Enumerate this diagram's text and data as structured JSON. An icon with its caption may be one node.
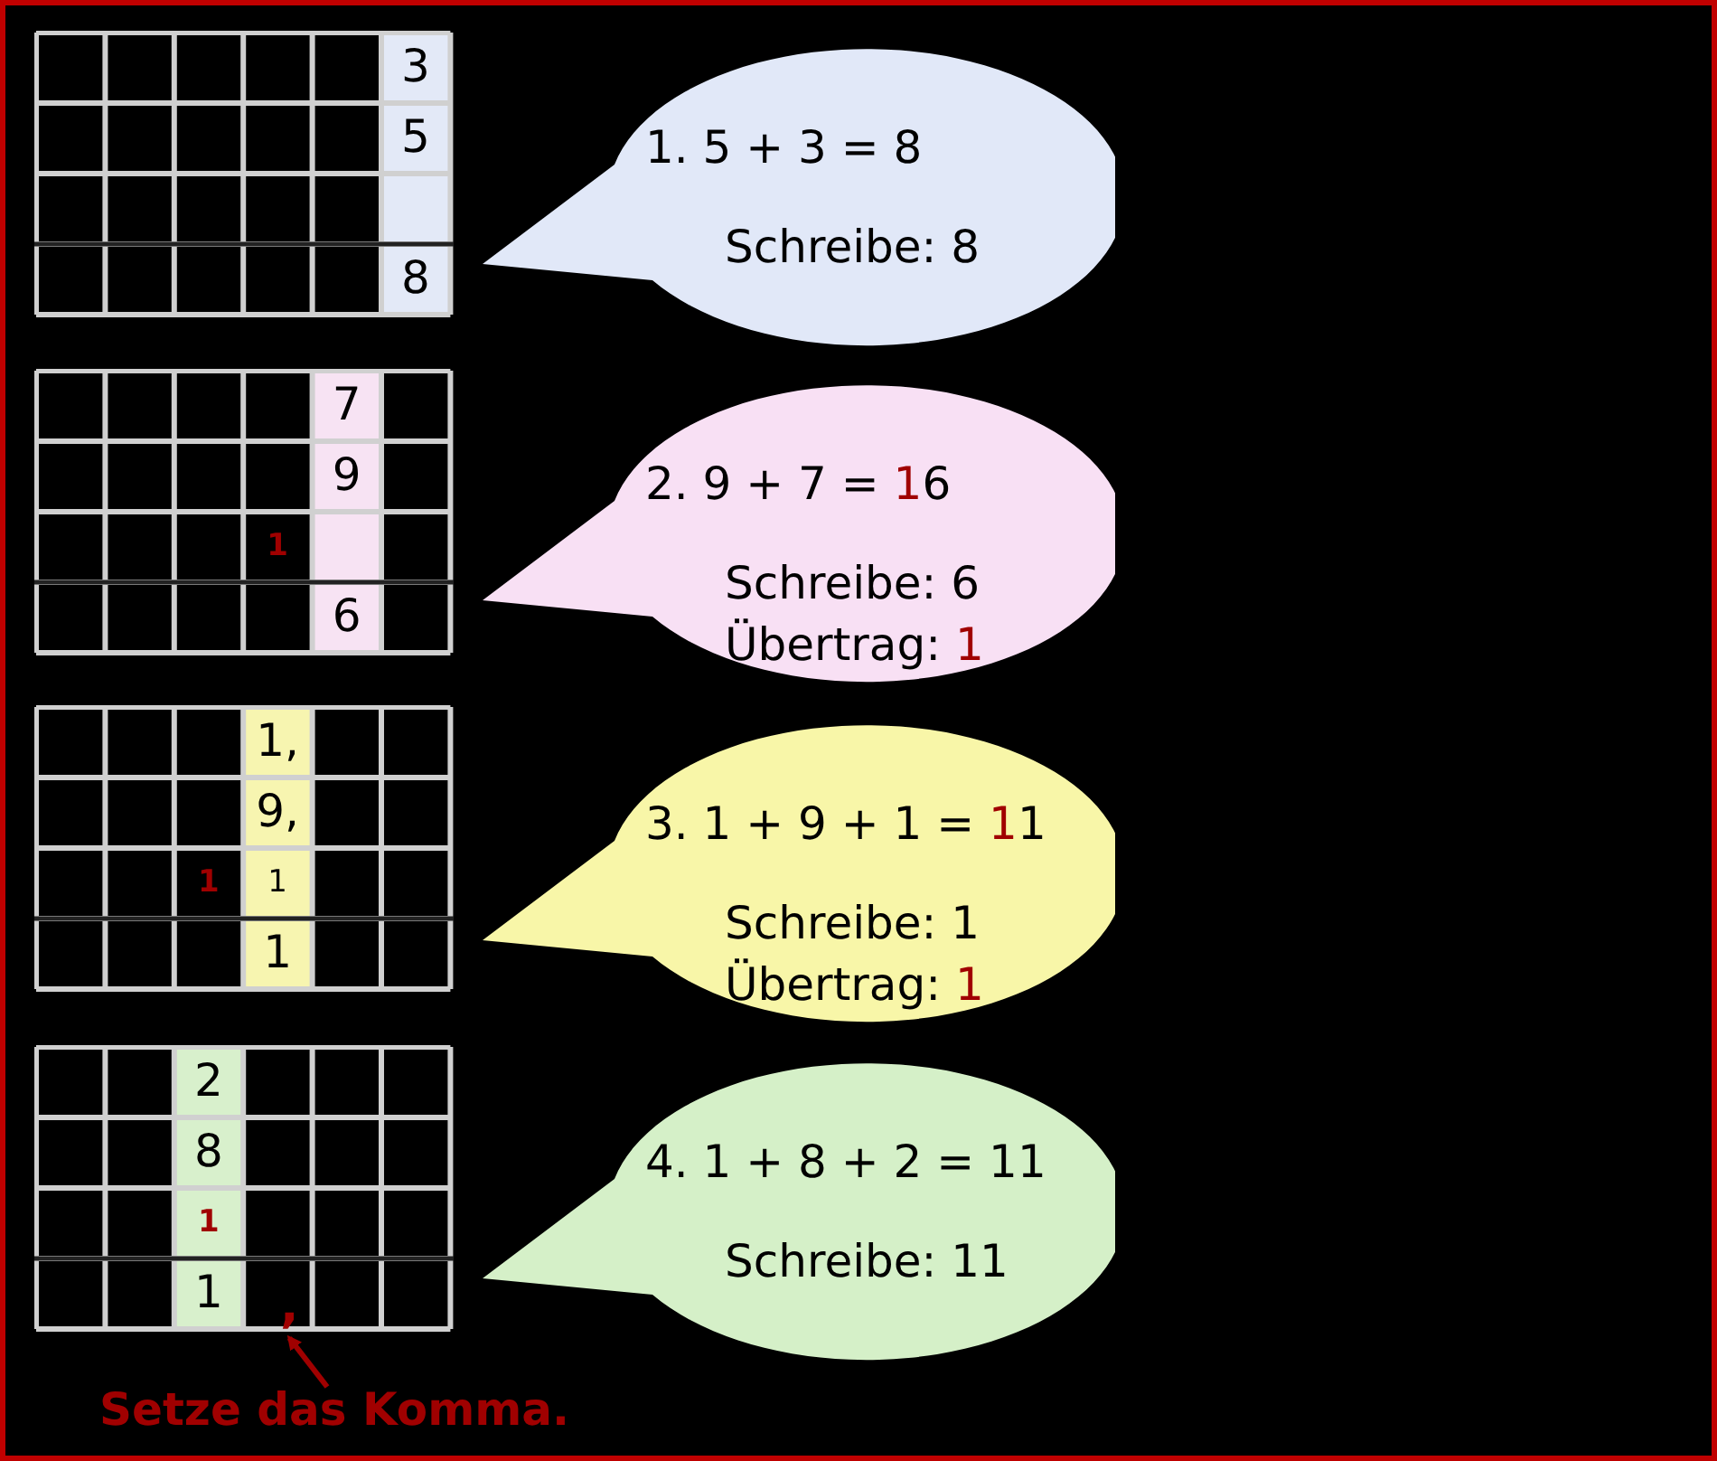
{
  "diagram": {
    "nodes": [
      {
        "text": [
          "1. 5 + 3 = 8",
          "Schreibe: 8"
        ]
      },
      {
        "text": [
          "2. 9 + 7 = **1**6",
          "Schreibe: 6",
          "Übertrag: **1**"
        ]
      },
      {
        "text": [
          "3. 1 + 9 + 1 = **1**1",
          "Schreibe: 1",
          "Übertrag: **1**"
        ]
      },
      {
        "text": [
          "4. 1 + 8 + 2 = 11",
          "Schreibe: 11"
        ]
      },
      {
        "text": [
          "Setze das Komma."
        ]
      },
      {
        "text": [
          ","
        ]
      }
    ],
    "edges": [
      {
        "from": 4,
        "to": 5,
        "arrow": "to"
      }
    ],
    "labels": [
      "3",
      "5",
      "8",
      "7",
      "9",
      "1",
      "6",
      "1,",
      "9,",
      "1",
      "1",
      "1",
      "2",
      "8",
      "1",
      "1"
    ]
  }
}
